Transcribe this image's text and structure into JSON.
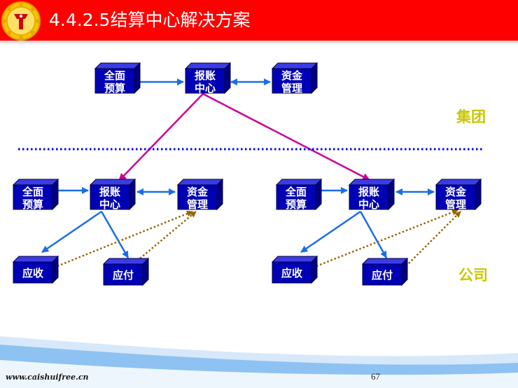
{
  "slide": {
    "title": "4.4.2.5结算中心解决方案",
    "footer_url": "www.caishuifree.cn",
    "page_number": "67"
  },
  "colors": {
    "title_bar": "#ff0000",
    "node_front": "#0000b4",
    "node_top": "#3c3ce6",
    "node_side": "#000080",
    "flow_arrow": "#1a6ee6",
    "group_arrow": "#cc0099",
    "dotted_arrow": "#996600",
    "divider": "#0000ff",
    "region_label": "#c8c800"
  },
  "regions": {
    "group": "集团",
    "company": "公司"
  },
  "nodes": {
    "hq_budget": [
      "全面",
      "预算"
    ],
    "hq_center": [
      "报账",
      "中心"
    ],
    "hq_funds": [
      "资金",
      "管理"
    ],
    "l_budget": [
      "全面",
      "预算"
    ],
    "l_center": [
      "报账",
      "中心"
    ],
    "l_funds": [
      "资金",
      "管理"
    ],
    "l_receivable": [
      "应收"
    ],
    "l_payable": [
      "应付"
    ],
    "r_budget": [
      "全面",
      "预算"
    ],
    "r_center": [
      "报账",
      "中心"
    ],
    "r_funds": [
      "资金",
      "管理"
    ],
    "r_receivable": [
      "应收"
    ],
    "r_payable": [
      "应付"
    ]
  }
}
